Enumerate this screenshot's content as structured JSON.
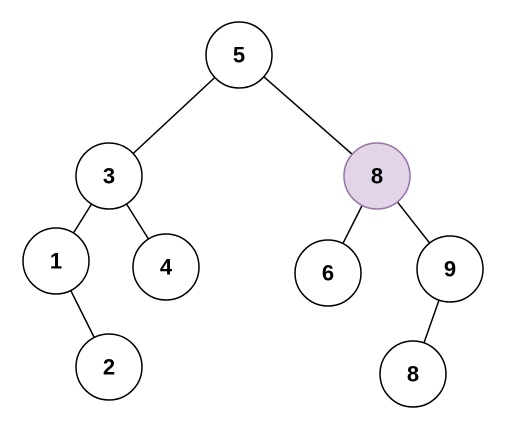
{
  "colors": {
    "background": "#ffffff",
    "edge": "#000000",
    "node_fill": "#ffffff",
    "node_stroke": "#000000",
    "highlight_fill": "#e1d5e7",
    "highlight_stroke": "#9673a6"
  },
  "tree": {
    "nodes": [
      {
        "id": "n5",
        "label": "5",
        "highlighted": false
      },
      {
        "id": "n3",
        "label": "3",
        "highlighted": false
      },
      {
        "id": "n8a",
        "label": "8",
        "highlighted": true
      },
      {
        "id": "n1",
        "label": "1",
        "highlighted": false
      },
      {
        "id": "n4",
        "label": "4",
        "highlighted": false
      },
      {
        "id": "n2",
        "label": "2",
        "highlighted": false
      },
      {
        "id": "n6",
        "label": "6",
        "highlighted": false
      },
      {
        "id": "n9",
        "label": "9",
        "highlighted": false
      },
      {
        "id": "n8b",
        "label": "8",
        "highlighted": false
      }
    ],
    "edges": [
      {
        "from": "n5",
        "to": "n3"
      },
      {
        "from": "n5",
        "to": "n8a"
      },
      {
        "from": "n3",
        "to": "n1"
      },
      {
        "from": "n3",
        "to": "n4"
      },
      {
        "from": "n1",
        "to": "n2"
      },
      {
        "from": "n8a",
        "to": "n6"
      },
      {
        "from": "n8a",
        "to": "n9"
      },
      {
        "from": "n9",
        "to": "n8b"
      }
    ]
  }
}
